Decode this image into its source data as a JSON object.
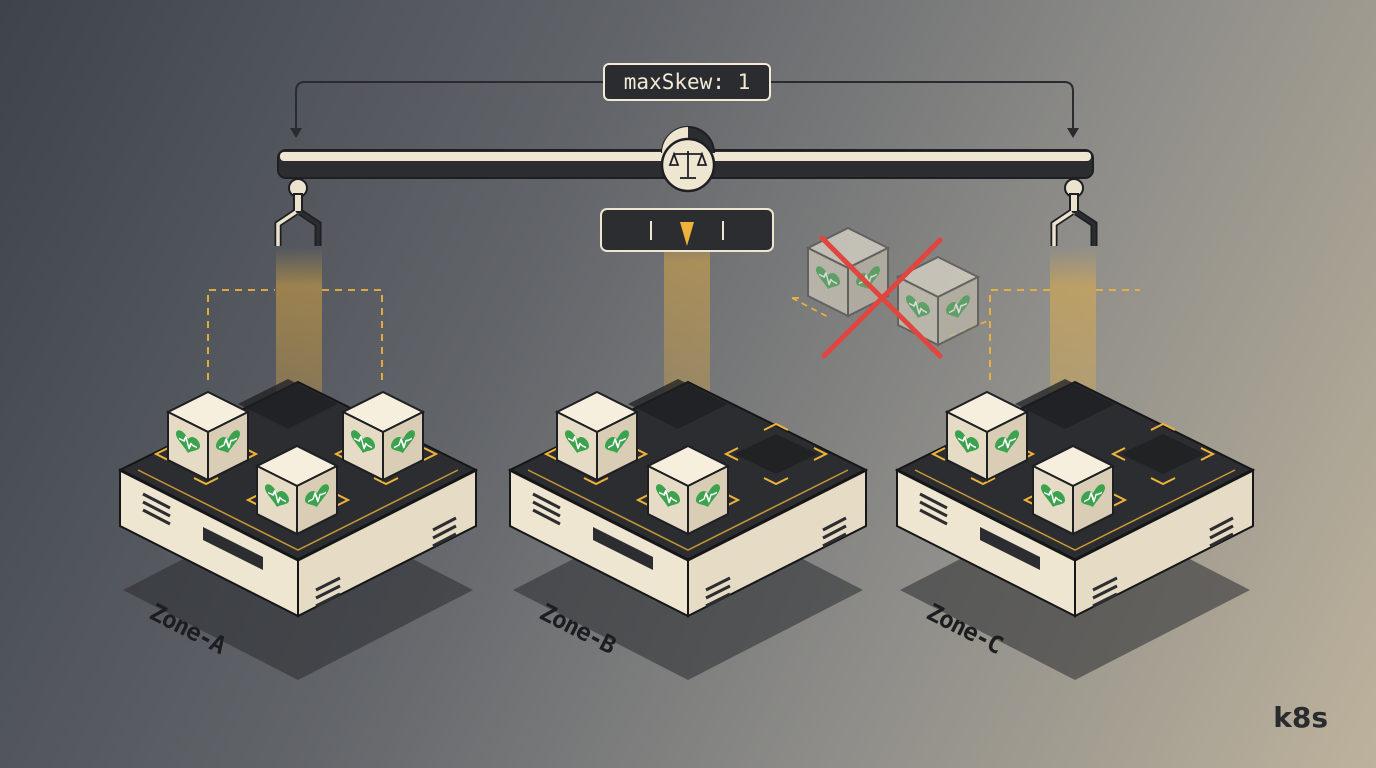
{
  "diagram": {
    "constraint_label": "maxSkew: 1",
    "zones": [
      {
        "name": "Zone-A",
        "pods": 3
      },
      {
        "name": "Zone-B",
        "pods": 2
      },
      {
        "name": "Zone-C",
        "pods": 2
      }
    ],
    "rejected_pods": 2,
    "brand": "k8s",
    "icons": [
      "balance-scale-icon",
      "heartbeat-icon",
      "reject-cross-icon",
      "robotic-claw-icon"
    ],
    "colors": {
      "accent": "#f0b33a",
      "pod_face": "#ece3cf",
      "node_dark": "#2b2d31",
      "heart_green": "#3ba24e",
      "reject_red": "#e0463e"
    }
  }
}
